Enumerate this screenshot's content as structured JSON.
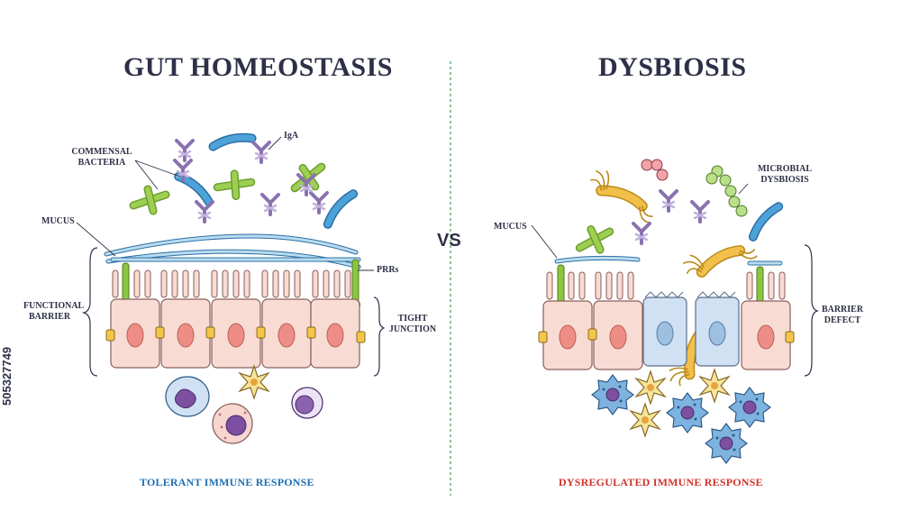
{
  "titles": {
    "left": "GUT HOMEOSTASIS",
    "right": "DYSBIOSIS",
    "vs": "VS"
  },
  "labels": {
    "left": {
      "commensal_line1": "COMMENSAL",
      "commensal_line2": "BACTERIA",
      "iga": "IgA",
      "mucus": "MUCUS",
      "prrs": "PRRs",
      "functional_line1": "FUNCTIONAL",
      "functional_line2": "BARRIER",
      "tight_line1": "TIGHT",
      "tight_line2": "JUNCTION"
    },
    "right": {
      "mucus": "MUCUS",
      "microbial_line1": "MICROBIAL",
      "microbial_line2": "DYSBIOSIS",
      "barrier_line1": "BARRIER",
      "barrier_line2": "DEFECT"
    }
  },
  "footers": {
    "left": "TOLERANT IMMUNE RESPONSE",
    "right": "DYSREGULATED IMMUNE RESPONSE"
  },
  "side_id": "505327749",
  "colors": {
    "ink": "#2d3047",
    "tolerant": "#1f6fb2",
    "dysregulated": "#d0332b",
    "cell_fill": "#f8dcd4",
    "nucleus": "#ee8d86",
    "junction": "#f3c64a",
    "mucus": "#b9dcef",
    "bacteria_blue": "#4da3d8",
    "bacteria_green": "#8cc63f",
    "iga": "#a58cc4",
    "damaged_cell": "#cfe1f2",
    "pathogen": "#f2c04a",
    "immune_blue": "#7fb3df",
    "immune_purple": "#7d4fa0",
    "star": "#f6e49a",
    "divider": "#4a9a5a"
  }
}
